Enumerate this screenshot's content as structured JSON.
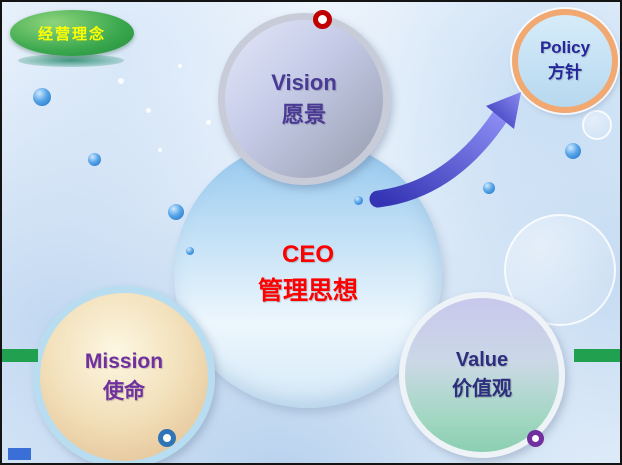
{
  "slide": {
    "badge": {
      "label": "经营理念"
    },
    "nodes": {
      "vision": {
        "title": "Vision",
        "subtitle": "愿景"
      },
      "ceo": {
        "title": "CEO",
        "subtitle": "管理思想"
      },
      "policy": {
        "title": "Policy",
        "subtitle": "方针"
      },
      "mission": {
        "title": "Mission",
        "subtitle": "使命"
      },
      "value": {
        "title": "Value",
        "subtitle": "价值观"
      }
    },
    "colors": {
      "badge_fill": "#3aa84e",
      "badge_text": "#ffff00",
      "vision_text": "#4a3a96",
      "ceo_text": "#ff0000",
      "policy_text": "#26269b",
      "policy_border": "#f1a971",
      "mission_text": "#7030a0",
      "mission_border": "#b8ddf0",
      "value_text": "#2e2e7e",
      "arrow_blue": "#4a52d8",
      "accent_green_bar": "#21a04f",
      "ring_red": "#c00000",
      "ring_blue": "#2e75b6",
      "ring_purple": "#7030a0"
    }
  }
}
